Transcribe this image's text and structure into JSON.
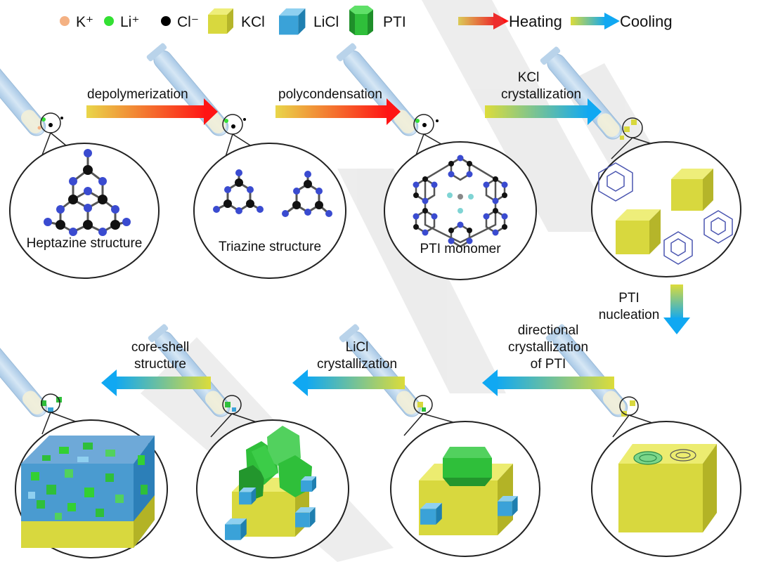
{
  "legend": {
    "items": [
      {
        "label": "K⁺",
        "color": "#f4b183",
        "shape": "dot"
      },
      {
        "label": "Li⁺",
        "color": "#33e033",
        "shape": "dot"
      },
      {
        "label": "Cl⁻",
        "color": "#000000",
        "shape": "dot"
      },
      {
        "label": "KCl",
        "color": "#d6d63c",
        "shape": "cube"
      },
      {
        "label": "LiCl",
        "color": "#3aa0d0",
        "shape": "cube"
      },
      {
        "label": "PTI",
        "color": "#2fbf3a",
        "shape": "hex-prism"
      }
    ],
    "heating_label": "Heating",
    "cooling_label": "Cooling"
  },
  "steps": {
    "depolymerization": "depolymerization",
    "polycondensation": "polycondensation",
    "kcl_cryst_1": "KCl",
    "kcl_cryst_2": "crystallization",
    "pti_nucl_1": "PTI",
    "pti_nucl_2": "nucleation",
    "dir_1": "directional",
    "dir_2": "crystallization",
    "dir_3": "of PTI",
    "licl_1": "LiCl",
    "licl_2": "crystallization",
    "core_1": "core-shell",
    "core_2": "structure"
  },
  "bubbles": {
    "heptazine": "Heptazine structure",
    "triazine": "Triazine structure",
    "pti_monomer": "PTI monomer"
  },
  "colors": {
    "tube": "#bcd7ee",
    "heat_start": "#e8d23a",
    "heat_end": "#ff1a1a",
    "cool_start": "#e8d23a",
    "cool_end": "#12aaf0",
    "nitrogen": "#3a4bd0",
    "carbon": "#111111",
    "kcl": "#d6d63c",
    "licl": "#3aa0d0",
    "pti": "#2fbf3a"
  }
}
